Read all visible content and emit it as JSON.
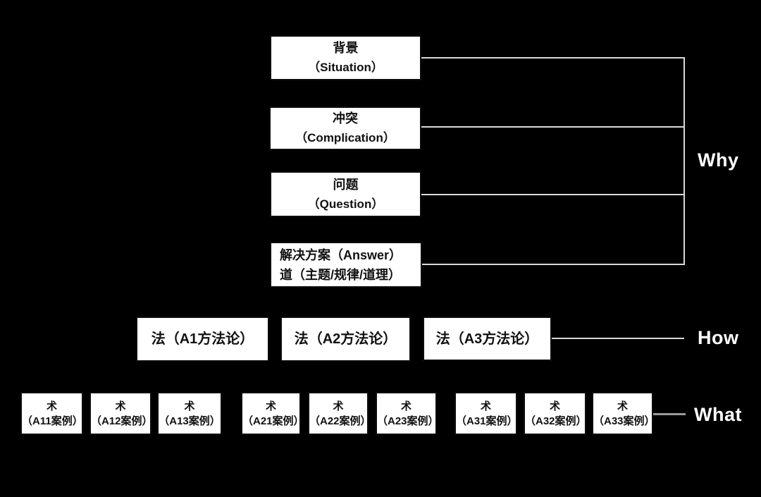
{
  "diagram": {
    "background_color": "#000000",
    "box_fill_color": "#ffffff",
    "box_text_color": "#111111",
    "connector_color": "#d9d9d9",
    "side_label_color": "#ffffff"
  },
  "scqa_boxes": [
    {
      "line1": "背景",
      "line2": "（Situation）"
    },
    {
      "line1": "冲突",
      "line2": "（Complication）"
    },
    {
      "line1": "问题",
      "line2": "（Question）"
    },
    {
      "line1": "解决方案（Answer）",
      "line2": "道（主题/规律/道理）"
    }
  ],
  "method_boxes": [
    {
      "label": "法（A1方法论）"
    },
    {
      "label": "法（A2方法论）"
    },
    {
      "label": "法（A3方法论）"
    }
  ],
  "case_boxes": [
    {
      "line1": "术",
      "line2": "（A11案例）"
    },
    {
      "line1": "术",
      "line2": "（A12案例）"
    },
    {
      "line1": "术",
      "line2": "（A13案例）"
    },
    {
      "line1": "术",
      "line2": "（A21案例）"
    },
    {
      "line1": "术",
      "line2": "（A22案例）"
    },
    {
      "line1": "术",
      "line2": "（A23案例）"
    },
    {
      "line1": "术",
      "line2": "（A31案例）"
    },
    {
      "line1": "术",
      "line2": "（A32案例）"
    },
    {
      "line1": "术",
      "line2": "（A33案例）"
    }
  ],
  "side_labels": {
    "why": "Why",
    "how": "How",
    "what": "What"
  }
}
